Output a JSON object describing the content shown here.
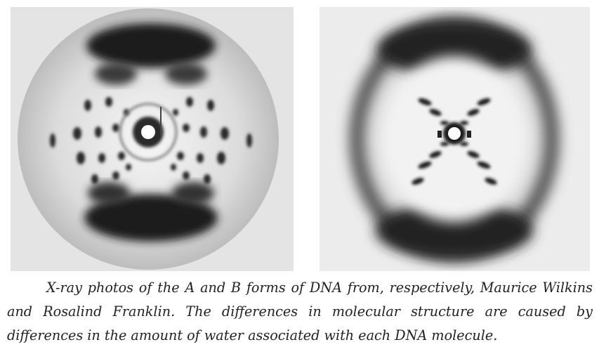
{
  "figure": {
    "photos": [
      {
        "form": "A",
        "icon": "xray-diffraction-a-form-photo"
      },
      {
        "form": "B",
        "icon": "xray-diffraction-b-form-photo"
      }
    ],
    "caption": "X-ray photos of the A and B forms of DNA from, respectively, Maurice Wilkins and Rosalind Franklin. The differences in molecular structure are caused by differences in the amount of water associated with each DNA molecule."
  }
}
